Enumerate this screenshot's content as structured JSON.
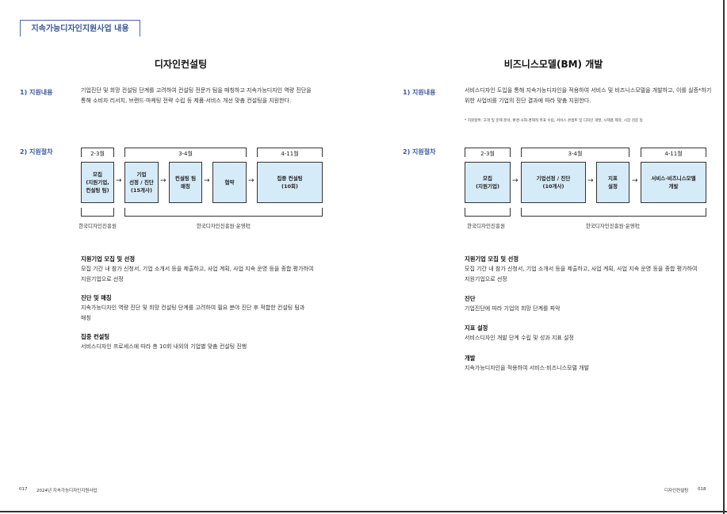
{
  "header_tab": "지속가능디자인지원사업 내용",
  "left": {
    "title": "디자인컨설팅",
    "section1_label": "1) 지원내용",
    "section1_lines": [
      "기업진단 및 희망 컨설팅 단계를 고려하여 컨설팅 전문가 팀을 매칭하고 지속가능디자인 역량 진단을",
      "통해 소비자 리서치, 브랜드·마케팅 전략 수립 등 제품·서비스 개선 맞춤 컨설팅을 지원한다."
    ],
    "section2_label": "2) 지원절차",
    "periods": [
      "2-3월",
      "3-4월",
      "4-11월"
    ],
    "steps": [
      "모집\n(지원기업,\n컨설팅 팀)",
      "기업\n선정 / 진단\n(15개사)",
      "컨설팅 팀\n매칭",
      "협약",
      "집중 컨설팅\n(10회)"
    ],
    "orgs": [
      "한국디자인진흥원",
      "한국디자인진흥원·운영社"
    ],
    "details": [
      {
        "heading": "지원기업 모집 및 선정",
        "lines": [
          "모집 기간 내 참가 신청서, 기업 소개서 등을 제출하고, 사업 계획, 사업 지속 운영 등을 종합 평가하여",
          "지원기업으로 선정"
        ]
      },
      {
        "heading": "진단 및 매칭",
        "lines": [
          "지속가능디자인 역량 진단 및 희망 컨설팅 단계를 고려하여 필요 분야 진단 후 적합한 컨설팅 팀과",
          "매칭"
        ]
      },
      {
        "heading": "집중 컨설팅",
        "lines": [
          "서비스디자인 프로세스에 따라 총 10회 내외의 기업별 맞춤 컨설팅 진행"
        ]
      }
    ]
  },
  "right": {
    "title": "비즈니스모델(BM) 개발",
    "section1_label": "1) 지원내용",
    "section1_lines": [
      "서비스디자인 도입을 통해 지속가능디자인을 적용하여 서비스 및 비즈니스모델을 개발하고, 이를 실증*하기",
      "위한 사업비를 기업의 진단 결과에 따라 맞춤 지원한다."
    ],
    "footnote": "* 지원항목: 고객 및 문제 분석, 환경·사회·경제적 목표 수립, 서비스 콘셉트 및 디자인 개발, 시제품 제작, 시장 검증 등",
    "section2_label": "2) 지원절차",
    "periods": [
      "2-3월",
      "3-4월",
      "4-11월"
    ],
    "steps": [
      "모집\n(지원기업)",
      "기업선정 / 진단\n(10개사)",
      "지표\n설정",
      "서비스·비즈니스모델\n개발"
    ],
    "orgs": [
      "한국디자인진흥원",
      "한국디자인진흥원·운영社"
    ],
    "details": [
      {
        "heading": "지원기업 모집 및 선정",
        "lines": [
          "모집 기간 내 참가 신청서, 기업 소개서 등을 제출하고, 사업 계획, 사업 지속 운영 등을 종합 평가하여",
          "지원기업으로 선정"
        ]
      },
      {
        "heading": "진단",
        "lines": [
          "기업진단에 따라 기업의 희망 단계를 파악"
        ]
      },
      {
        "heading": "지표 설정",
        "lines": [
          "서비스디자인 개발 단계 수립 및 성과 지표 설정"
        ]
      },
      {
        "heading": "개발",
        "lines": [
          "지속가능디자인을 적용하여 서비스·비즈니스모델 개발"
        ]
      }
    ]
  },
  "footer": {
    "left_page": "017",
    "left_text": "2024년 지속가능디자인지원사업",
    "right_text": "디자인컨설팅",
    "right_page": "018"
  }
}
